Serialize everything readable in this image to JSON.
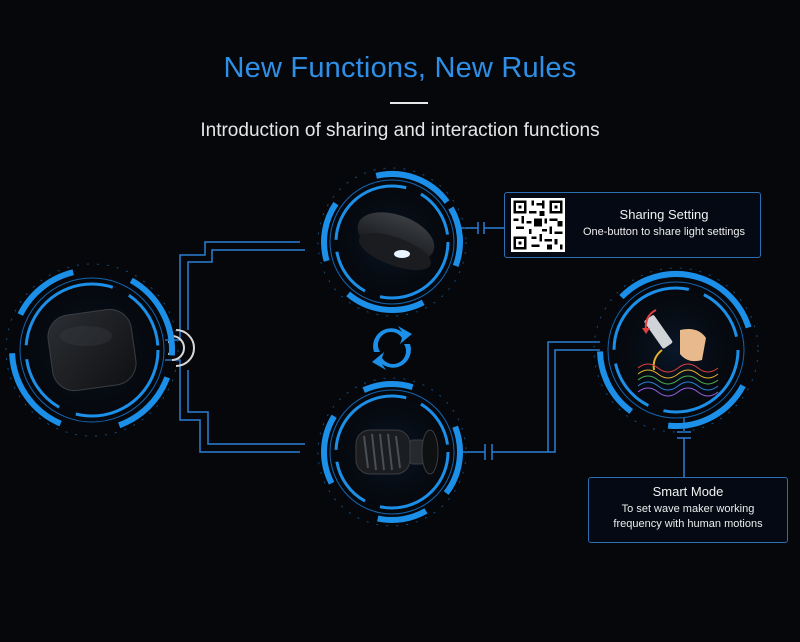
{
  "header": {
    "title": "New Functions, New Rules",
    "subtitle": "Introduction of sharing and interaction functions"
  },
  "nodes": {
    "controller": "controller-device",
    "light": "aquarium-light",
    "pump": "wave-maker-pump",
    "motion": "hand-motion-wave"
  },
  "cards": {
    "sharing": {
      "title": "Sharing Setting",
      "desc": "One-button to share light settings"
    },
    "smart": {
      "title": "Smart Mode",
      "desc_line1": "To set wave maker working",
      "desc_line2": "frequency with human motions"
    }
  },
  "colors": {
    "accent": "#1c8fe8",
    "line": "#2a7fd6",
    "background": "#05070b"
  },
  "icons": [
    "qr-code-icon",
    "sync-arrows-icon",
    "wifi-signal-icon",
    "capacitor-link-icon"
  ]
}
